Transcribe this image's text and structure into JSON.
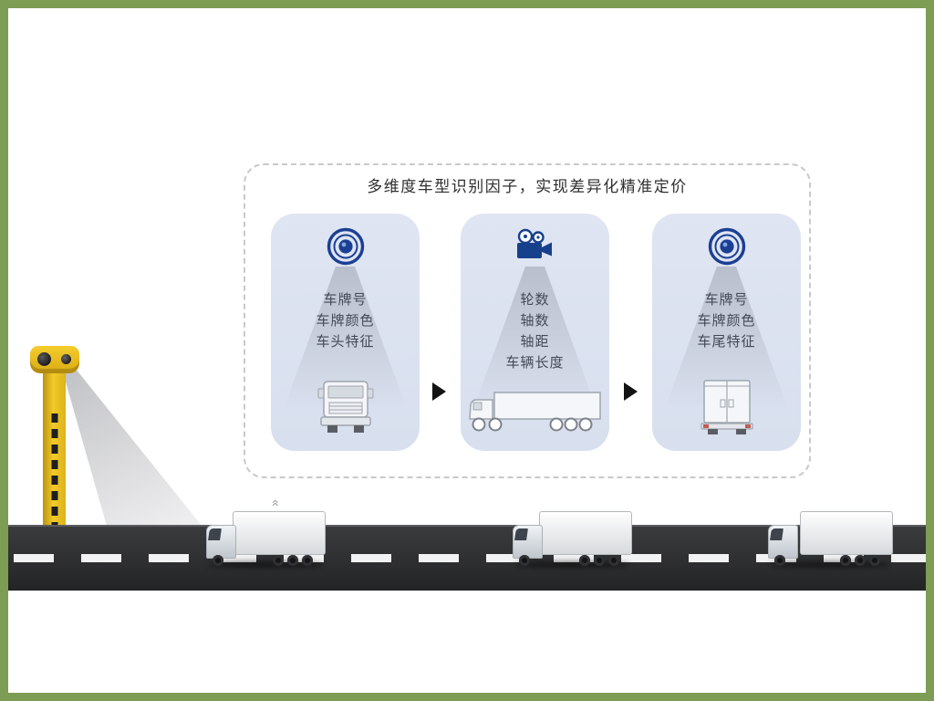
{
  "panel": {
    "title": "多维度车型识别因子，实现差异化精准定价"
  },
  "cards": [
    {
      "icon": "lens-icon",
      "lines": [
        "车牌号",
        "车牌颜色",
        "车头特征"
      ],
      "vehicle": "truck-front"
    },
    {
      "icon": "video-camera-icon",
      "lines": [
        "轮数",
        "轴数",
        "轴距",
        "车辆长度"
      ],
      "vehicle": "truck-side"
    },
    {
      "icon": "lens-icon",
      "lines": [
        "车牌号",
        "车牌颜色",
        "车尾特征"
      ],
      "vehicle": "truck-rear"
    }
  ],
  "scene": {
    "chevron": "«"
  },
  "colors": {
    "frame_green": "#7d9d54",
    "card_background": "#dbe2ef",
    "icon_blue": "#1b3f93",
    "road_dark": "#2e2f31",
    "pole_yellow": "#f0c41f"
  }
}
